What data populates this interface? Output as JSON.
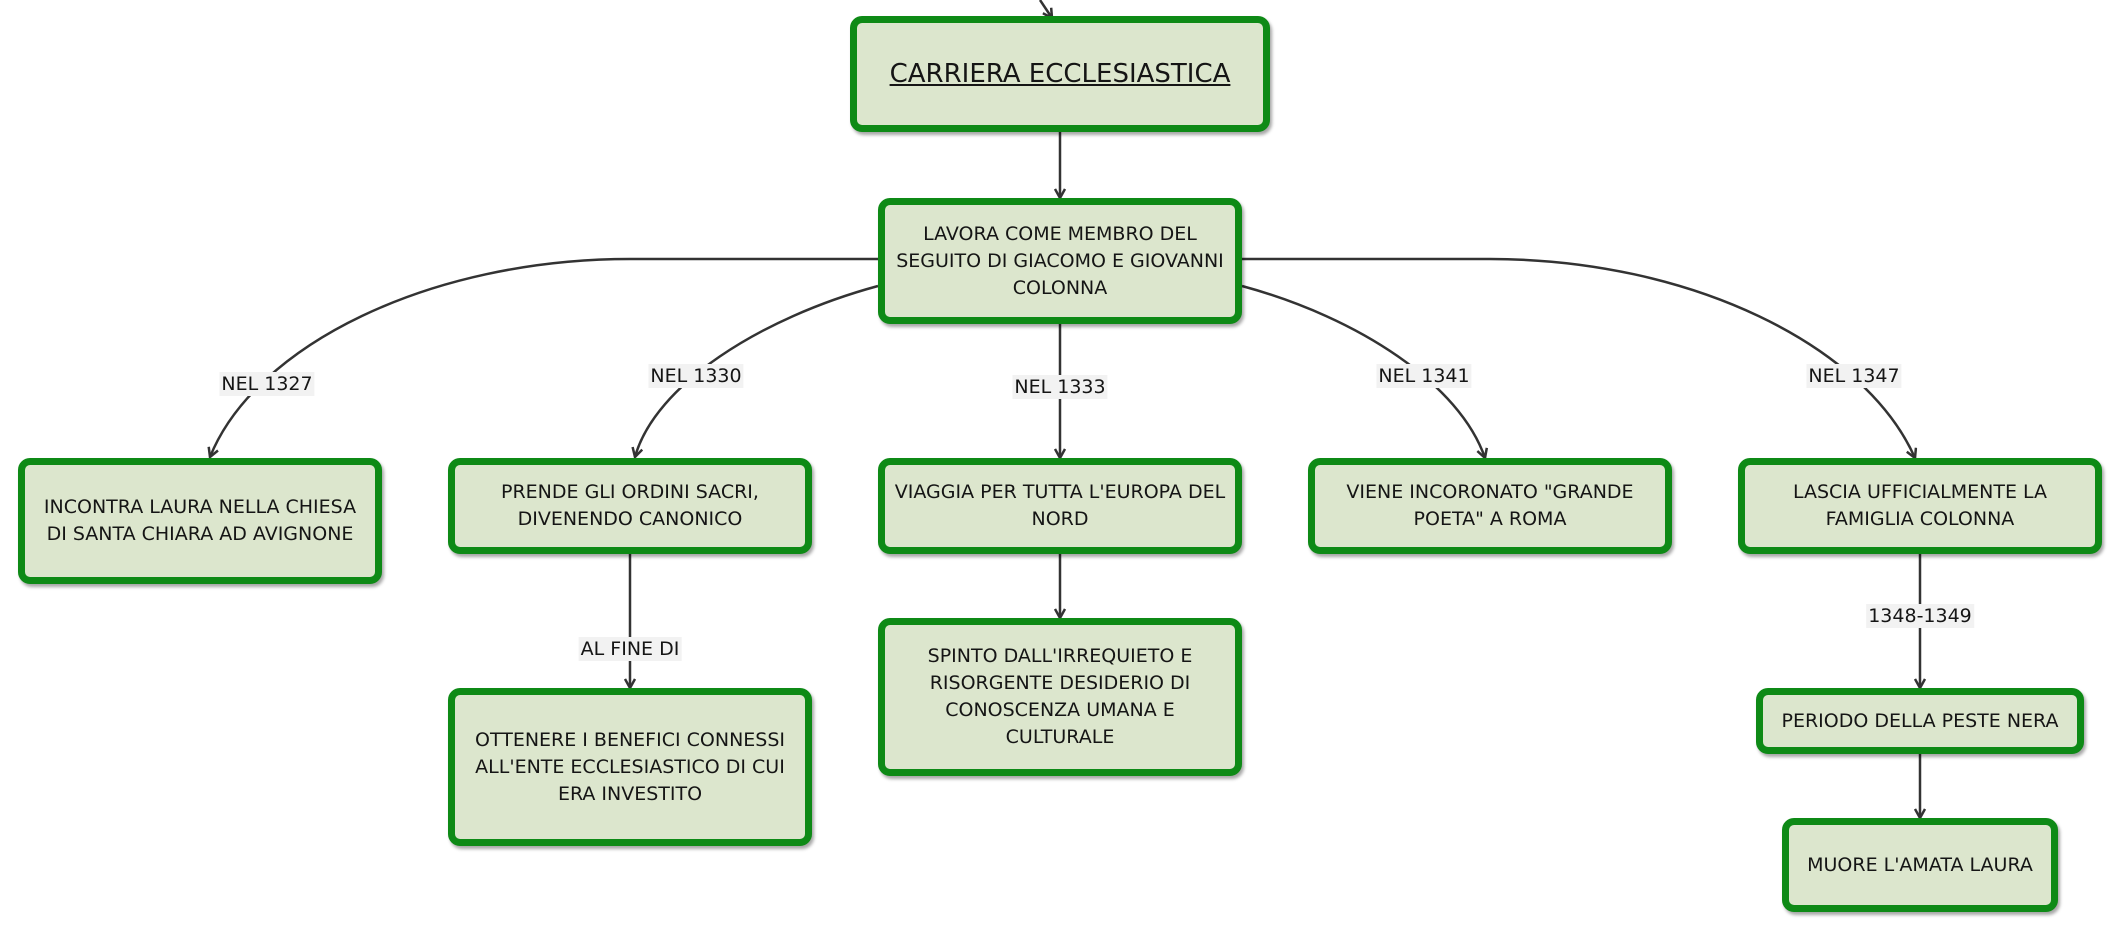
{
  "nodes": {
    "root": "CARRIERA ECCLESIASTICA",
    "lavora": "LAVORA COME MEMBRO DEL SEGUITO DI GIACOMO E GIOVANNI COLONNA",
    "incontra": "INCONTRA LAURA NELLA CHIESA DI SANTA CHIARA AD AVIGNONE",
    "prende": "PRENDE GLI ORDINI SACRI, DIVENENDO CANONICO",
    "viaggia": "VIAGGIA PER TUTTA L'EUROPA DEL NORD",
    "viene": "VIENE INCORONATO \"GRANDE POETA\" A ROMA",
    "lascia": "LASCIA UFFICIALMENTE LA FAMIGLIA COLONNA",
    "ottenere": "OTTENERE I BENEFICI CONNESSI ALL'ENTE ECCLESIASTICO DI CUI ERA INVESTITO",
    "spinto": "SPINTO DALL'IRREQUIETO E RISORGENTE DESIDERIO DI CONOSCENZA UMANA E CULTURALE",
    "periodo": "PERIODO DELLA PESTE NERA",
    "muore": "MUORE L'AMATA LAURA"
  },
  "edge_labels": {
    "nel1327": "NEL 1327",
    "nel1330": "NEL 1330",
    "nel1333": "NEL 1333",
    "nel1341": "NEL 1341",
    "nel1347": "NEL 1347",
    "al_fine_di": "AL FINE DI",
    "anni_1348_1349": "1348-1349"
  },
  "colors": {
    "node_border": "#0e8a16",
    "node_fill": "#dce6cd",
    "edge": "#333333",
    "label_background": "#f2f2f2"
  }
}
